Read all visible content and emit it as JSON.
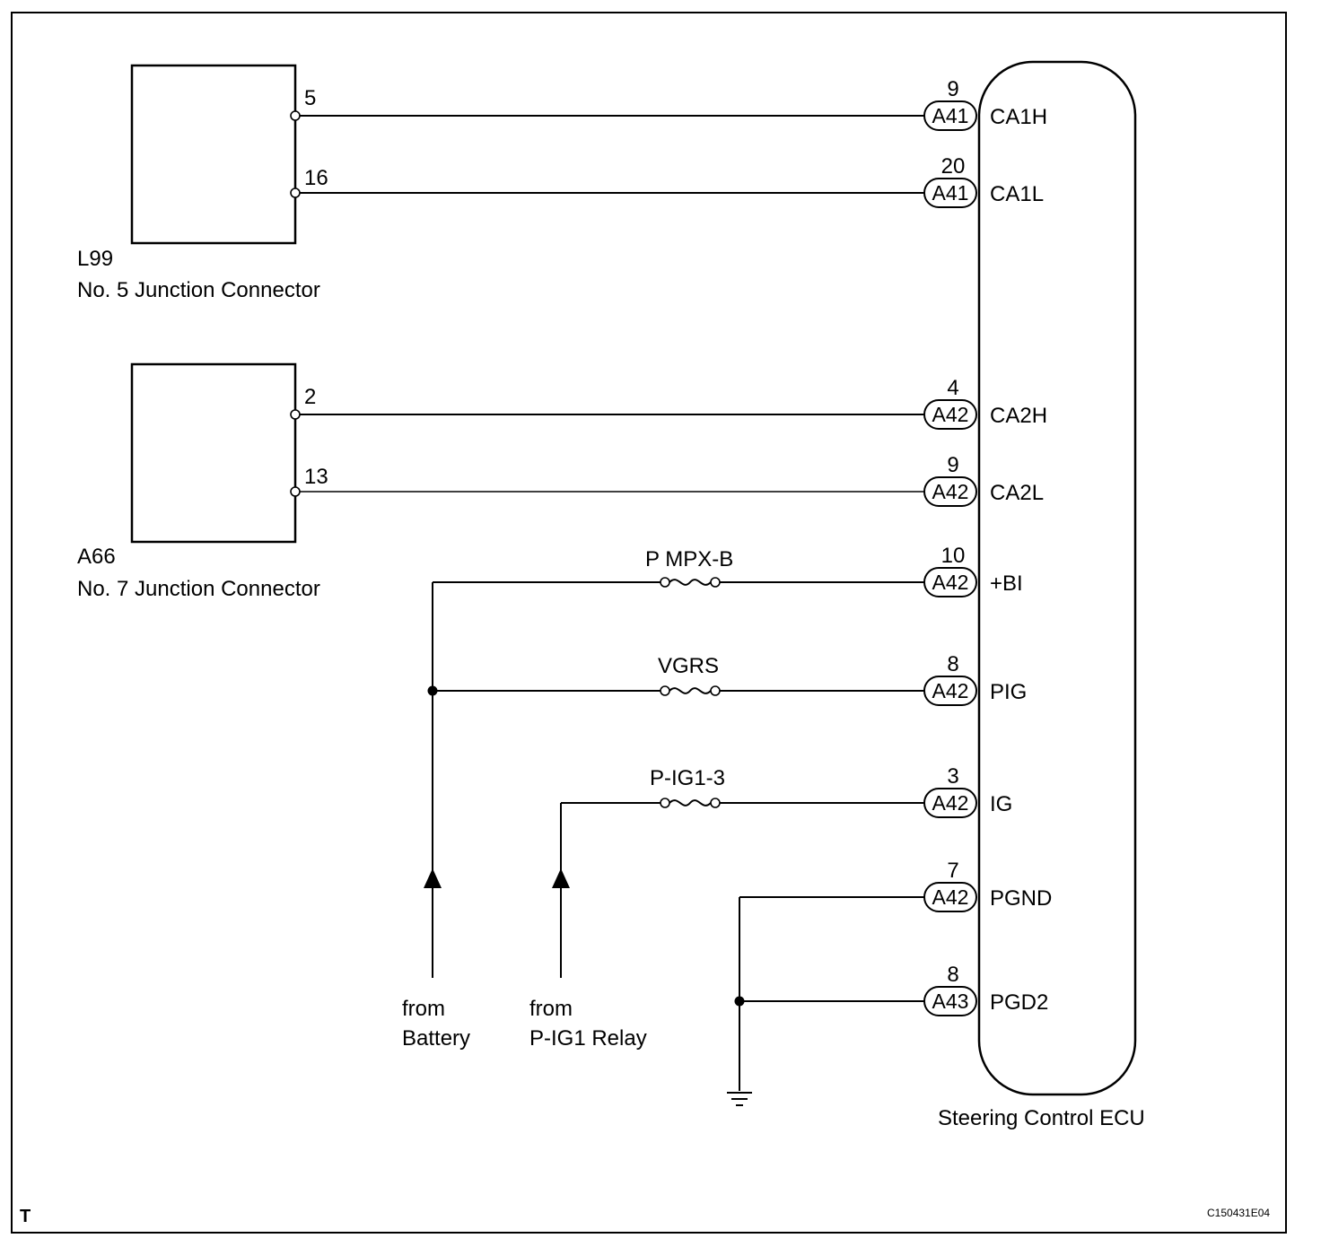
{
  "left_connectors": [
    {
      "code": "L99",
      "name": "No. 5 Junction Connector",
      "pins": [
        "5",
        "16"
      ]
    },
    {
      "code": "A66",
      "name": "No. 7 Junction Connector",
      "pins": [
        "2",
        "13"
      ]
    }
  ],
  "ecu": {
    "name": "Steering Control ECU",
    "terminals": [
      {
        "pin": "9",
        "connector": "A41",
        "signal": "CA1H"
      },
      {
        "pin": "20",
        "connector": "A41",
        "signal": "CA1L"
      },
      {
        "pin": "4",
        "connector": "A42",
        "signal": "CA2H"
      },
      {
        "pin": "9",
        "connector": "A42",
        "signal": "CA2L"
      },
      {
        "pin": "10",
        "connector": "A42",
        "signal": "+BI"
      },
      {
        "pin": "8",
        "connector": "A42",
        "signal": "PIG"
      },
      {
        "pin": "3",
        "connector": "A42",
        "signal": "IG"
      },
      {
        "pin": "7",
        "connector": "A42",
        "signal": "PGND"
      },
      {
        "pin": "8",
        "connector": "A43",
        "signal": "PGD2"
      }
    ]
  },
  "fuses": [
    "P MPX-B",
    "VGRS",
    "P-IG1-3"
  ],
  "sources": [
    {
      "line1": "from",
      "line2": "Battery"
    },
    {
      "line1": "from",
      "line2": "P-IG1 Relay"
    }
  ],
  "corner_mark": "T",
  "figure_code": "C150431E04"
}
